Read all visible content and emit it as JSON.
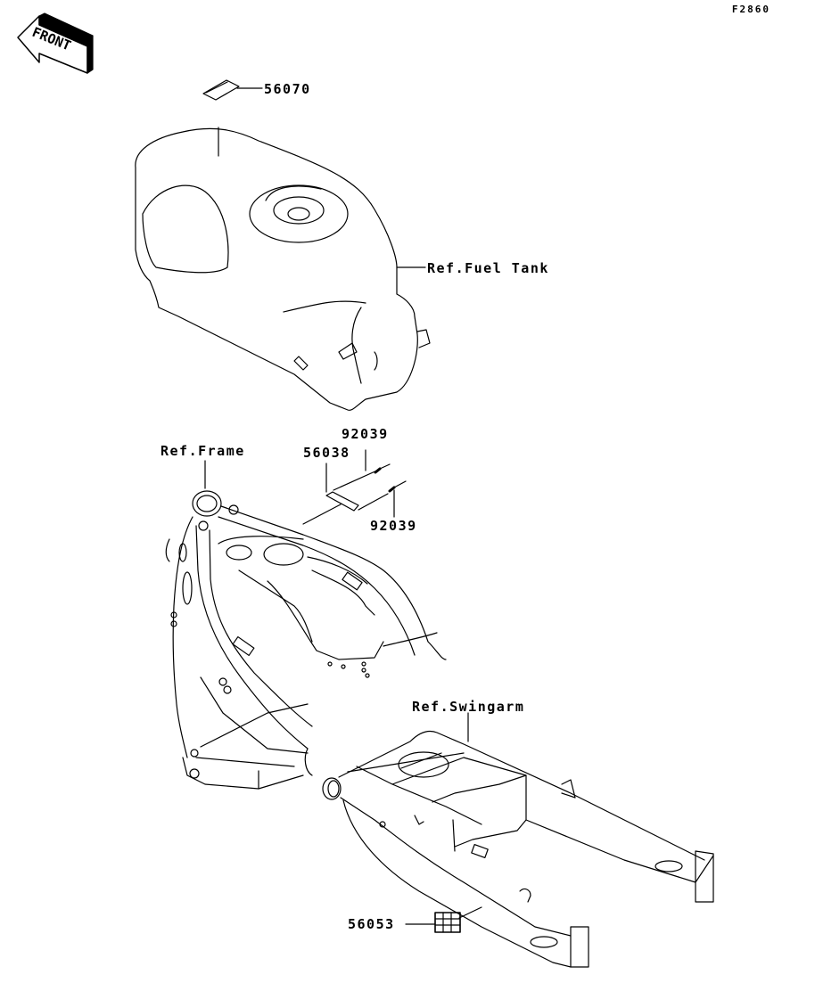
{
  "figure_id": "F2860",
  "front_marker": {
    "text": "FRONT",
    "icon": "front-arrow-icon"
  },
  "labels": {
    "tank_label_part": "56070",
    "fuel_tank_ref": "Ref.Fuel Tank",
    "frame_ref": "Ref.Frame",
    "frame_label_part": "56038",
    "rivet_top": "92039",
    "rivet_bottom": "92039",
    "swingarm_ref": "Ref.Swingarm",
    "swingarm_label_part": "56053"
  }
}
